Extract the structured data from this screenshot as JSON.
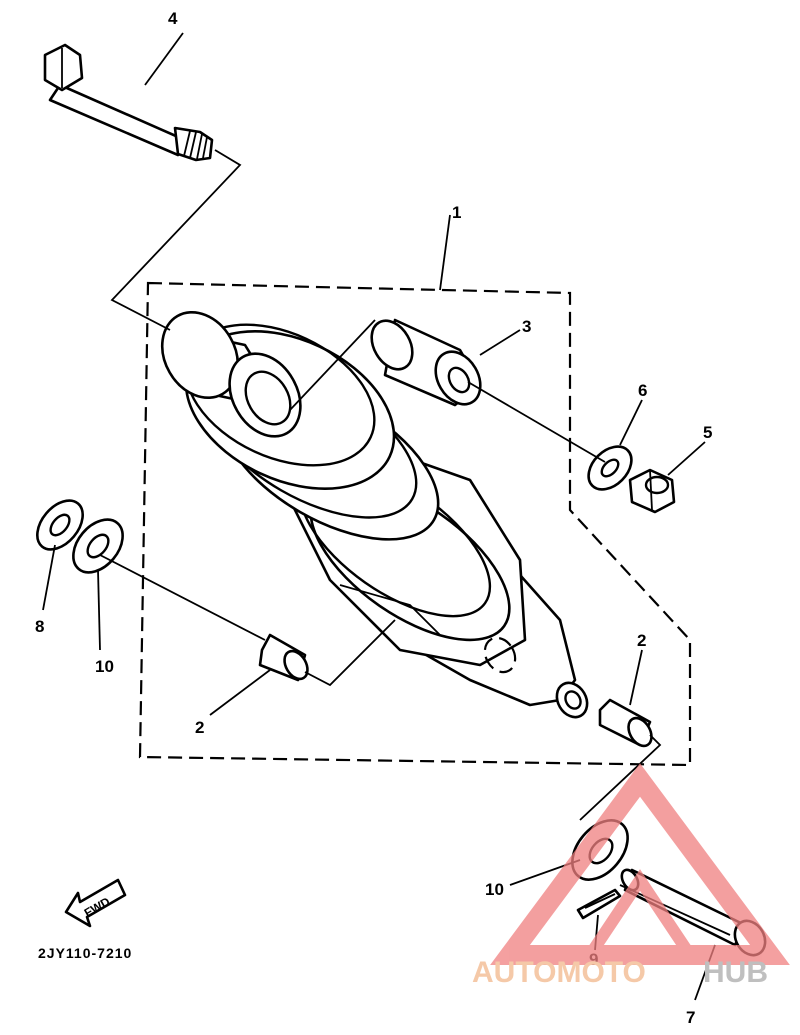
{
  "callouts": [
    {
      "id": "c1",
      "text": "1"
    },
    {
      "id": "c2a",
      "text": "2"
    },
    {
      "id": "c2b",
      "text": "2"
    },
    {
      "id": "c3",
      "text": "3"
    },
    {
      "id": "c4",
      "text": "4"
    },
    {
      "id": "c5",
      "text": "5"
    },
    {
      "id": "c6",
      "text": "6"
    },
    {
      "id": "c7",
      "text": "7"
    },
    {
      "id": "c8",
      "text": "8"
    },
    {
      "id": "c9",
      "text": "9"
    },
    {
      "id": "c10a",
      "text": "10"
    },
    {
      "id": "c10b",
      "text": "10"
    }
  ],
  "fwd_label": "FWD",
  "diagram_code": "2JY110-7210",
  "watermark": {
    "part1": "AUTOMOTO",
    "part2": "HUB",
    "color_part1": "#f5c9a8",
    "color_part2": "#bfbfbf",
    "triangle_color": "#f08080"
  }
}
